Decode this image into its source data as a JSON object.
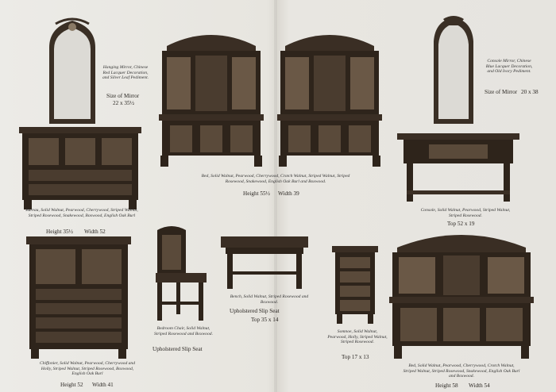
{
  "items": {
    "hanging_mirror": {
      "caption": "Hanging Mirror, Chinese Red Lacquer Decoration, and Silver Leaf Pediment.",
      "size_label": "Size of Mirror",
      "size_value": "22 x 35½"
    },
    "bureau": {
      "caption": "Bureau, Solid Walnut, Pearwood, Cherrywood, Striped Walnut, Striped Rosewood, Snakewood, Boxwood, English Oak Burl",
      "height": "Height 35½",
      "width": "Width 52"
    },
    "bed_top": {
      "caption": "Bed, Solid Walnut, Pearwood, Cherrywood, Crotch Walnut, Striped Walnut, Striped Rosewood, Snakewood, English Oak Burl and Boxwood.",
      "height": "Height 55½",
      "width": "Width 39"
    },
    "console_mirror": {
      "caption": "Console Mirror, Chinese Blue Lacquer Decoration, and Old Ivory Pediment.",
      "size_label": "Size of Mirror",
      "size_value": "20 x 38"
    },
    "console": {
      "caption": "Console, Solid Walnut, Pearwood, Striped Walnut, Striped Rosewood.",
      "top": "Top 52 x 19"
    },
    "chiffonier": {
      "caption": "Chiffonier, Solid Walnut, Pearwood, Cherrywood and Holly, Striped Walnut, Striped Rosewood, Boxwood, English Oak Burl",
      "height": "Height 52",
      "width": "Width 41"
    },
    "bedroom_chair": {
      "caption": "Bedroom Chair, Solid Walnut, Striped Rosewood and Boxwood.",
      "seat": "Upholstered Slip Seat"
    },
    "bench": {
      "caption": "Bench, Solid Walnut, Striped Rosewood and Boxwood.",
      "seat": "Upholstered Slip Seat",
      "top": "Top 35 x 14"
    },
    "somnoe": {
      "caption": "Somnoe, Solid Walnut, Pearwood, Holly, Striped Walnut, Striped Rosewood.",
      "top": "Top 17 x 13"
    },
    "bed_bottom": {
      "caption": "Bed, Solid Walnut, Pearwood, Cherrywood, Crotch Walnut, Striped Walnut, Striped Rosewood, Snakewood, English Oak Burl and Boxwood.",
      "height": "Height 58",
      "width": "Width 54"
    }
  },
  "colors": {
    "wood_dark": "#2e241b",
    "paper": "#e9e7e2"
  }
}
